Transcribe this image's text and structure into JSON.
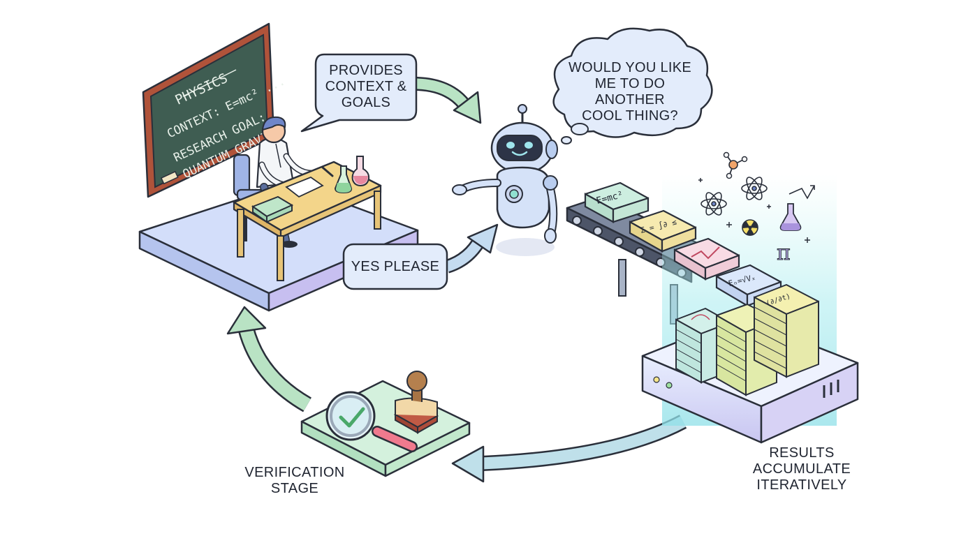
{
  "blackboard": {
    "line1": "PHYSICS",
    "line2": "CONTEXT: E=mc² ...",
    "line3": "RESEARCH GOAL:",
    "line4": "QUANTUM GRAVITY"
  },
  "bubbles": {
    "context": [
      "PROVIDES",
      "CONTEXT &",
      "GOALS"
    ],
    "reply": "YES PLEASE",
    "thought": [
      "WOULD YOU LIKE",
      "ME TO DO ANOTHER",
      "COOL THING?"
    ]
  },
  "captions": {
    "verification": [
      "VERIFICATION",
      "STAGE"
    ],
    "results": [
      "RESULTS",
      "ACCUMULATE",
      "ITERATIVELY"
    ]
  },
  "cards": {
    "c1": "E=mc²",
    "c2": "Σ = ∫∂ ≤",
    "c4": "Eₙ=√Vₓ",
    "c6": "(∂/∂t)"
  },
  "symbols": {
    "pi": "π"
  },
  "colors": {
    "green_arrow": "#b9e3c4",
    "blue_arrow": "#bfe0ea",
    "outline": "#2a2f3a",
    "platform": "#c9d6f4",
    "board": "#3f5d52",
    "board_frame": "#b0533a",
    "server": "#dfe6fb",
    "glow": "#a9ecef"
  }
}
